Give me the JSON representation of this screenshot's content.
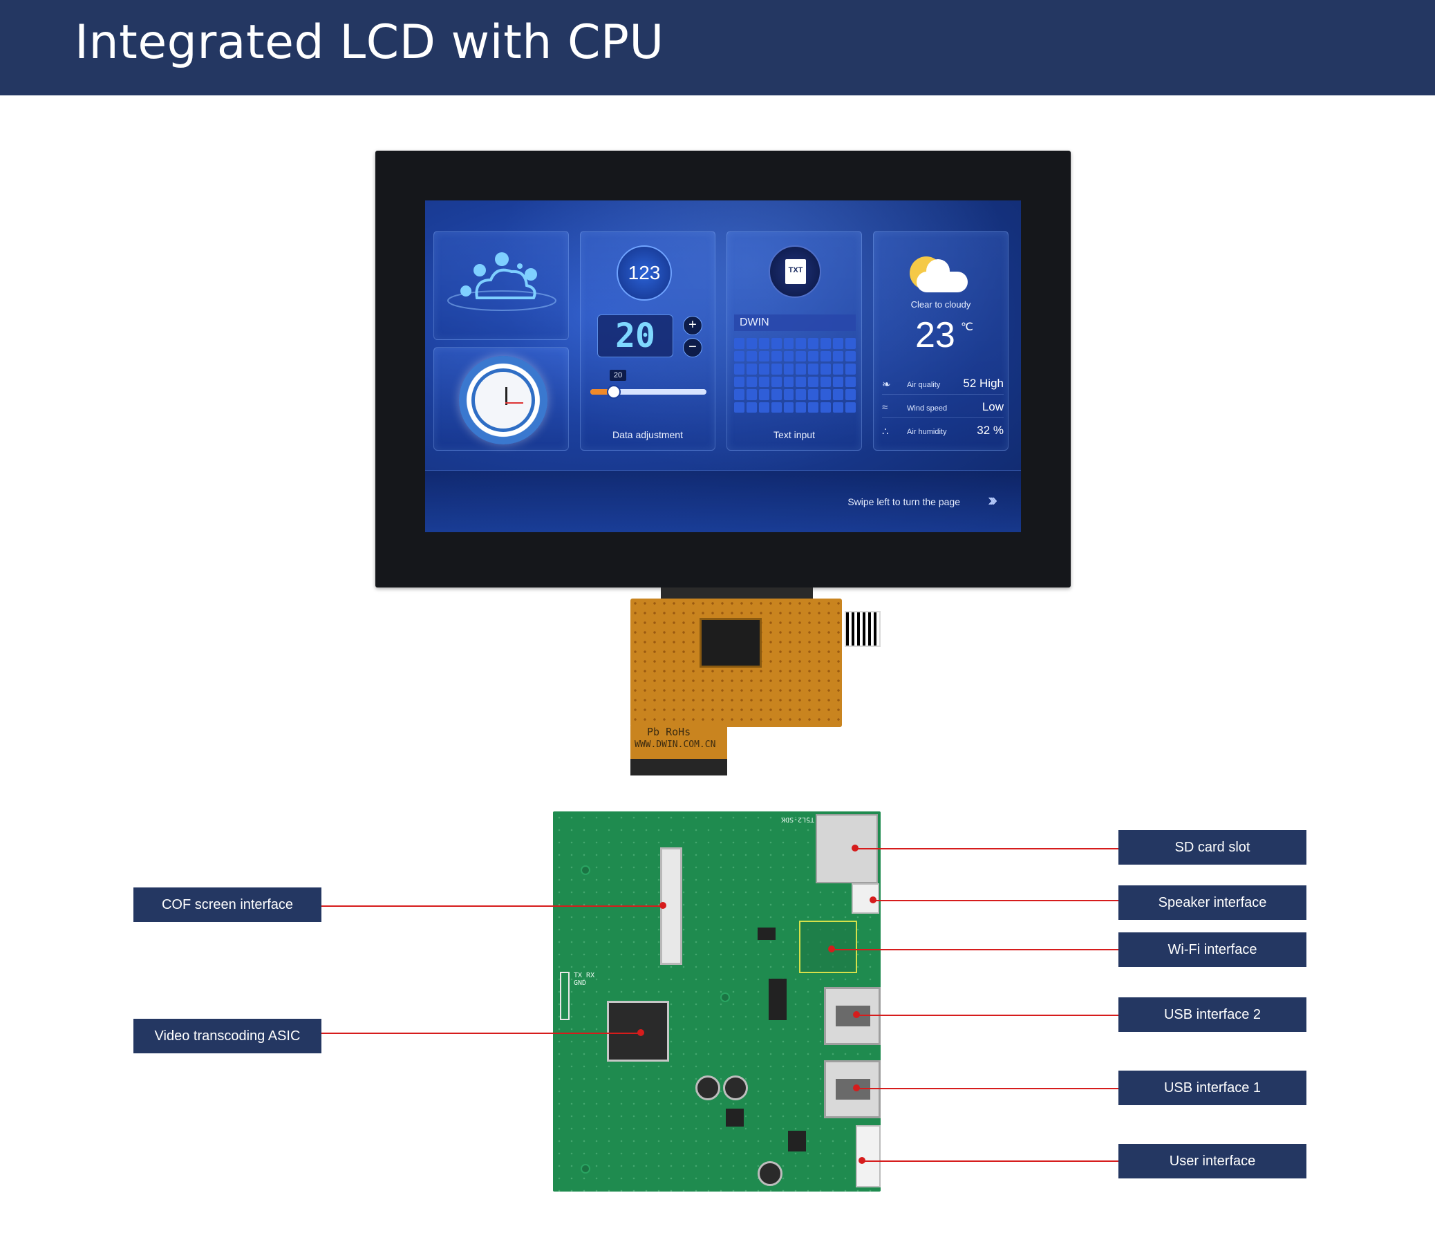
{
  "header": {
    "title": "Integrated LCD with CPU"
  },
  "screen": {
    "tiles": {
      "data_adjustment": {
        "icon_label": "123",
        "value": "20",
        "plus": "+",
        "minus": "−",
        "slider_value": "20",
        "slider_fraction": 0.2,
        "label": "Data adjustment"
      },
      "text_input": {
        "icon_label": "TXT",
        "field_value": "DWIN",
        "label": "Text input"
      },
      "weather": {
        "condition": "Clear to cloudy",
        "temperature": "23",
        "unit": "℃",
        "rows": [
          {
            "icon": "leaf-icon",
            "label": "Air quality",
            "value": "52 High"
          },
          {
            "icon": "wind-icon",
            "label": "Wind speed",
            "value": "Low"
          },
          {
            "icon": "humidity-icon",
            "label": "Air humidity",
            "value": "32 %"
          }
        ]
      }
    },
    "footer": {
      "swipe_text": "Swipe left to turn the page",
      "arrows": "›››"
    }
  },
  "fpc": {
    "rohs": "Pb RoHs",
    "url": "WWW.DWIN.COM.CN"
  },
  "pcb": {
    "silk": {
      "sdk": "T5L2-SDK",
      "pins": "TX RX GND"
    }
  },
  "callouts": {
    "left": [
      {
        "label": "COF screen interface"
      },
      {
        "label": "Video transcoding ASIC"
      }
    ],
    "right": [
      {
        "label": "SD card slot"
      },
      {
        "label": "Speaker interface"
      },
      {
        "label": "Wi-Fi interface"
      },
      {
        "label": "USB interface 2"
      },
      {
        "label": "USB interface 1"
      },
      {
        "label": "User interface"
      }
    ]
  },
  "colors": {
    "header_bg": "#243762",
    "leader_line": "#d61c1c",
    "pcb_green": "#1f8b4f"
  }
}
